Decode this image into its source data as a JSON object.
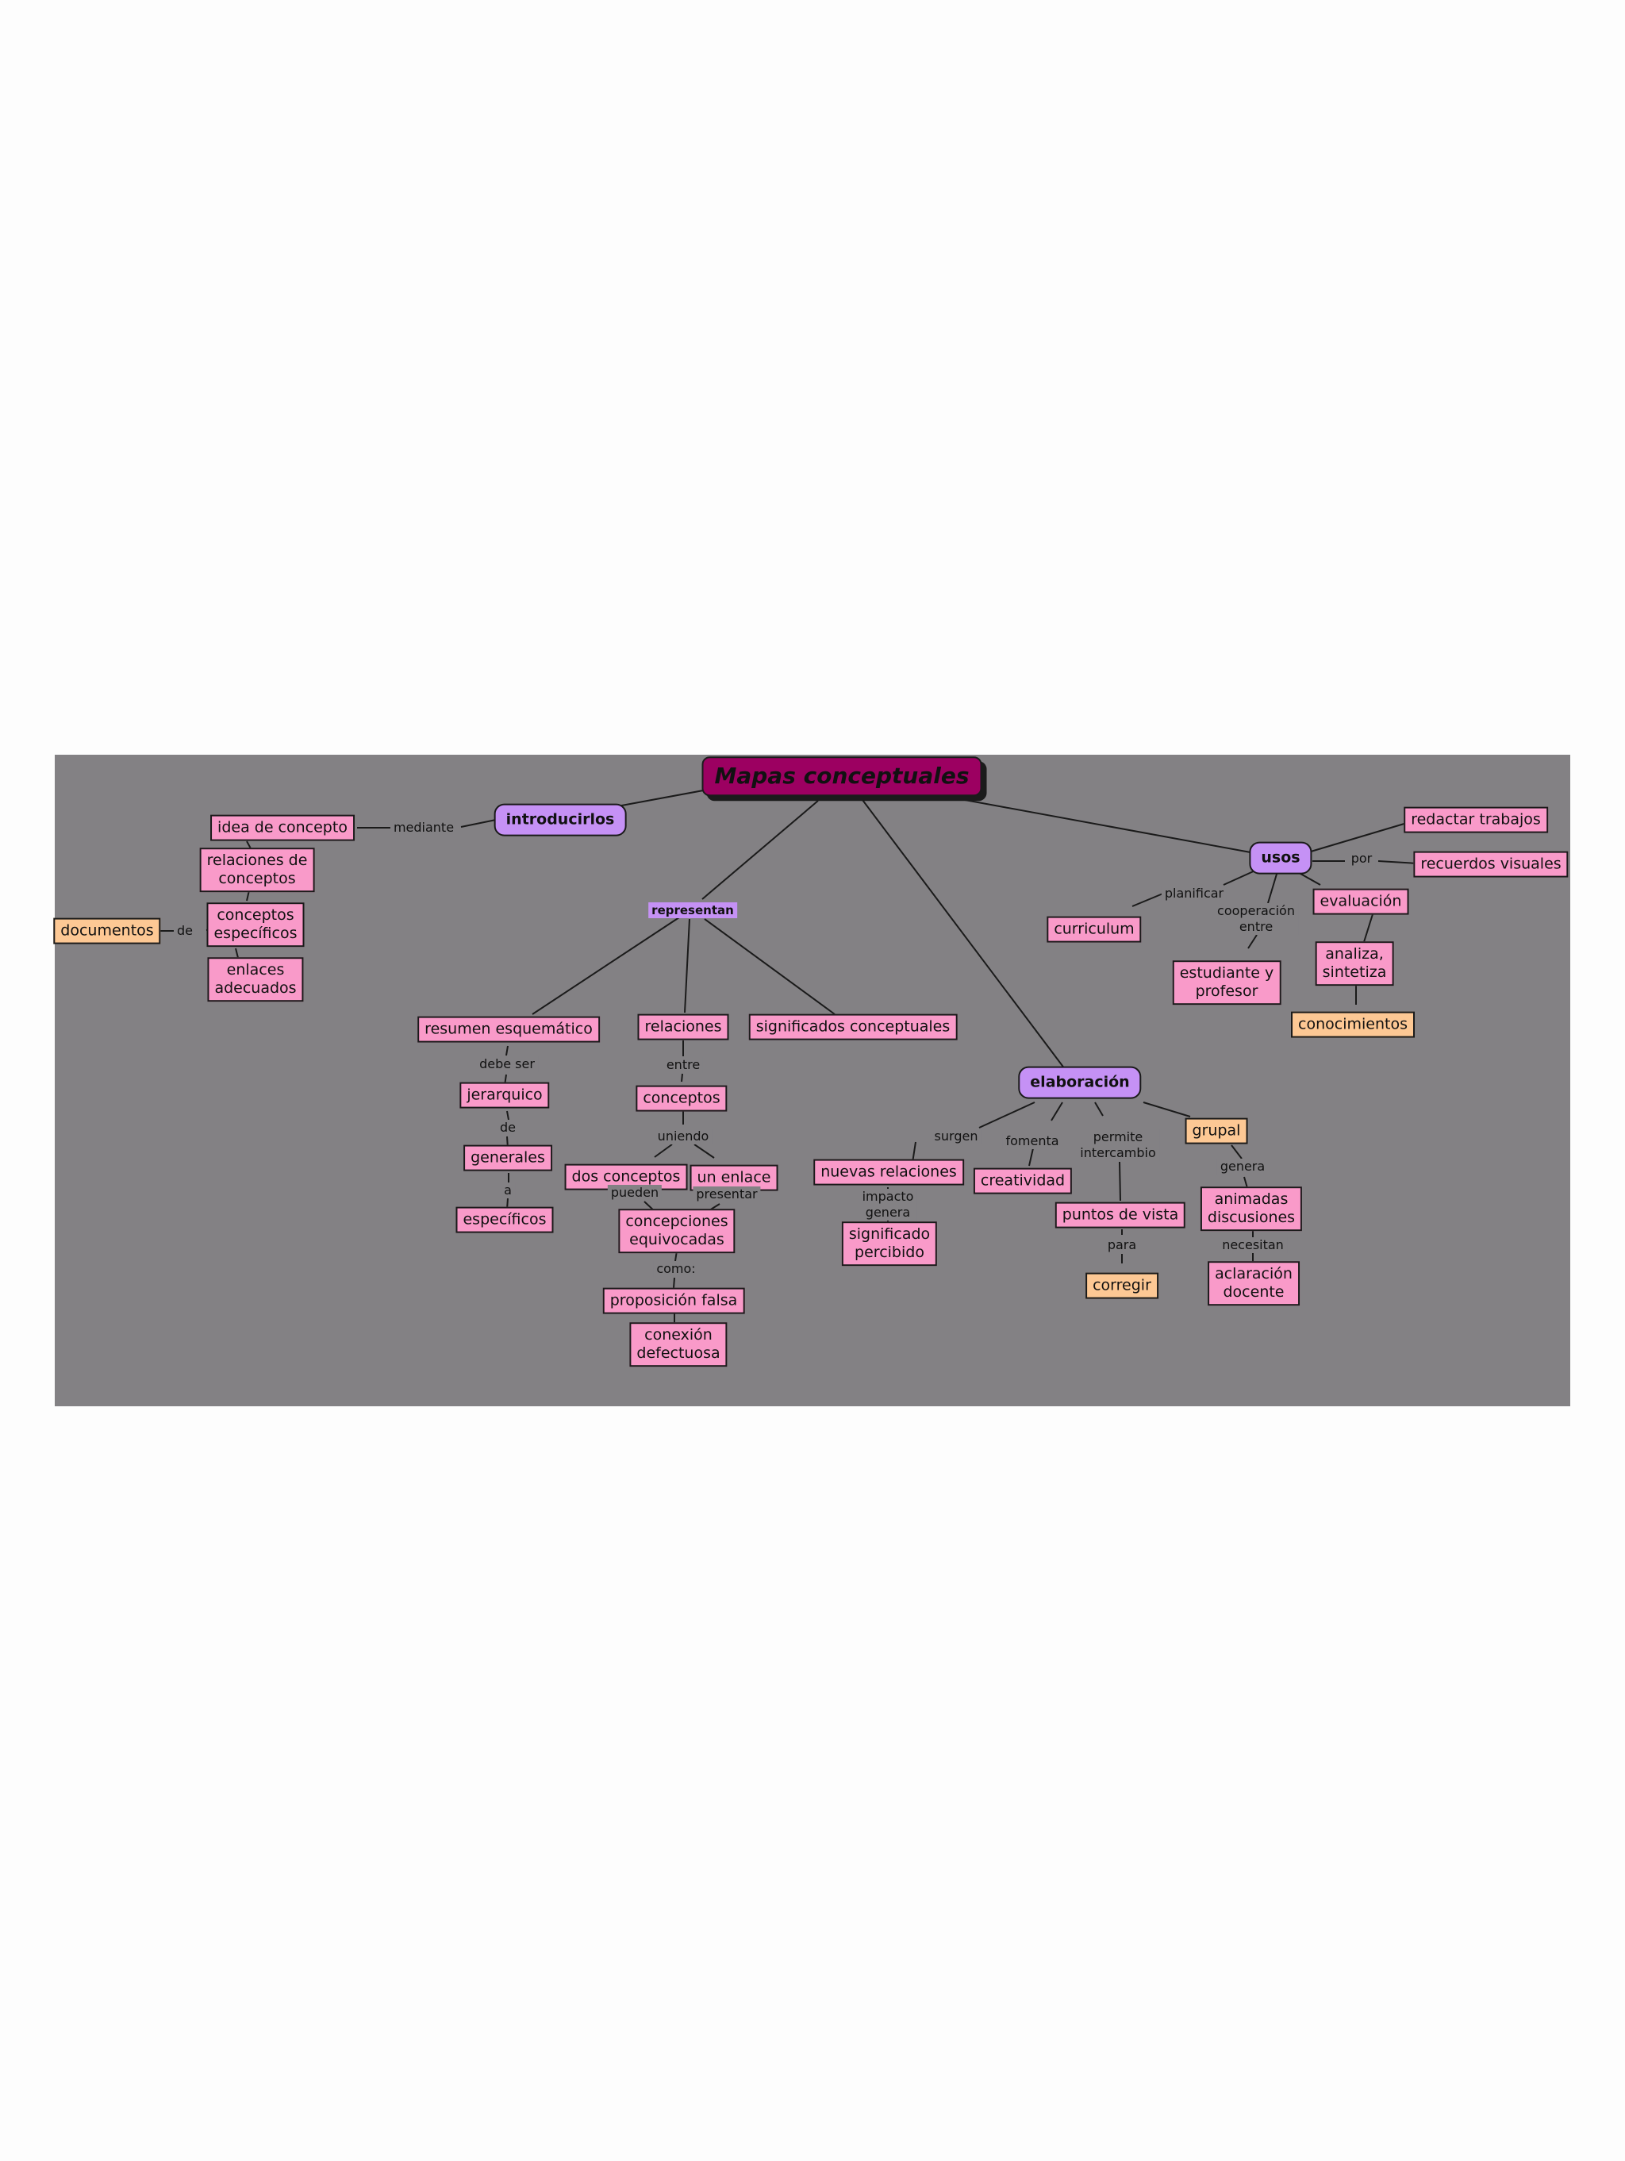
{
  "colors": {
    "canvas": "#838184",
    "page": "#fdfdfd",
    "concept": "#f99ac9",
    "highlight": "#fdc894",
    "category": "#c591f5",
    "root": "#9c0061",
    "line": "#1a1a1a"
  },
  "root": {
    "label": "Mapas conceptuales"
  },
  "nodes": {
    "introducirlos": "introducirlos",
    "idea_de_concepto": "idea de concepto",
    "relaciones_de_conceptos": "relaciones de\nconceptos",
    "conceptos_especificos": "conceptos\nespecíficos",
    "enlaces_adecuados": "enlaces\nadecuados",
    "documentos": "documentos",
    "representan": "representan",
    "resumen_esquematico": "resumen esquemático",
    "jerarquico": "jerarquico",
    "generales": "generales",
    "especificos": "específicos",
    "relaciones": "relaciones",
    "conceptos": "conceptos",
    "dos_conceptos": "dos conceptos",
    "un_enlace": "un enlace",
    "concepciones_equivocadas": "concepciones\nequivocadas",
    "proposicion_falsa": "proposición falsa",
    "conexion_defectuosa": "conexión\ndefectuosa",
    "significados_conceptuales": "significados conceptuales",
    "elaboracion": "elaboración",
    "nuevas_relaciones": "nuevas relaciones",
    "significado_percibido": "significado\npercibido",
    "creatividad": "creatividad",
    "puntos_de_vista": "puntos de vista",
    "corregir": "corregir",
    "grupal": "grupal",
    "animadas_discusiones": "animadas\ndiscusiones",
    "aclaracion_docente": "aclaración\ndocente",
    "usos": "usos",
    "redactar_trabajos": "redactar trabajos",
    "recuerdos_visuales": "recuerdos visuales",
    "curriculum": "curriculum",
    "estudiante_y_profesor": "estudiante y\nprofesor",
    "evaluacion": "evaluación",
    "analiza_sintetiza": "analiza,\nsintetiza",
    "conocimientos": "conocimientos"
  },
  "links": {
    "mediante": "mediante",
    "de_documentos": "de",
    "debe_ser": "debe ser",
    "de_jerarquico": "de",
    "a": "a",
    "entre": "entre",
    "uniendo": "uniendo",
    "pueden": "pueden",
    "presentar": "presentar",
    "como": "como:",
    "surgen": "surgen",
    "impacto_genera": "impacto\ngenera",
    "fomenta": "fomenta",
    "permite_intercambio": "permite\nintercambio",
    "para": "para",
    "genera": "genera",
    "necesitan": "necesitan",
    "por": "por",
    "planificar": "planificar",
    "cooperacion_entre": "cooperación\nentre"
  }
}
